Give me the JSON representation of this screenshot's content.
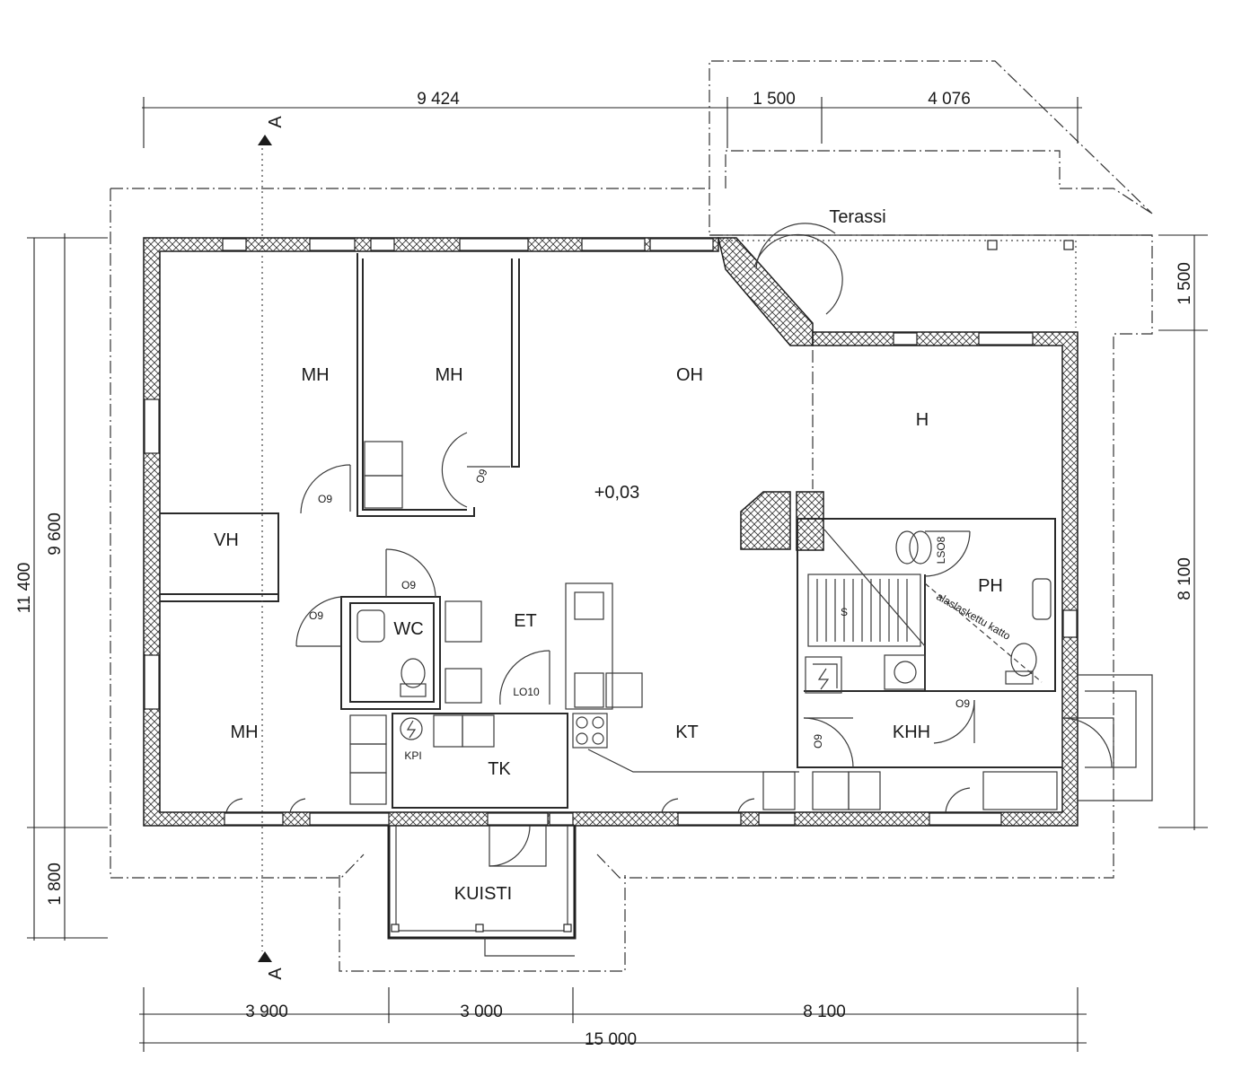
{
  "rooms": {
    "mh1": "MH",
    "mh2": "MH",
    "mh3": "MH",
    "oh": "OH",
    "h": "H",
    "vh": "VH",
    "wc": "WC",
    "et": "ET",
    "kt": "KT",
    "tk": "TK",
    "ph": "PH",
    "khh": "KHH",
    "s": "S",
    "kuisti": "KUISTI",
    "terassi": "Terassi"
  },
  "labels": {
    "floor_level": "+0,03",
    "door_o9": "O9",
    "door_lo10": "LO10",
    "door_lso8": "LSO8",
    "kpi": "KPI",
    "lowered_ceiling": "alaslaskettu katto",
    "section_marker": "A"
  },
  "dimensions": {
    "top_left": "9 424",
    "top_mid": "1 500",
    "top_right": "4 076",
    "right_upper": "1 500",
    "right_lower": "8 100",
    "left_outer": "11 400",
    "left_inner": "9 600",
    "left_bottom": "1 800",
    "bottom_1": "3 900",
    "bottom_2": "3 000",
    "bottom_3": "8 100",
    "bottom_total": "15 000"
  },
  "icons": {
    "stove": "stove-icon",
    "toilet": "toilet-icon",
    "sink": "sink-icon",
    "washer": "washing-machine-icon",
    "fireplace": "fireplace-icon",
    "electric_panel": "electric-panel-icon"
  }
}
